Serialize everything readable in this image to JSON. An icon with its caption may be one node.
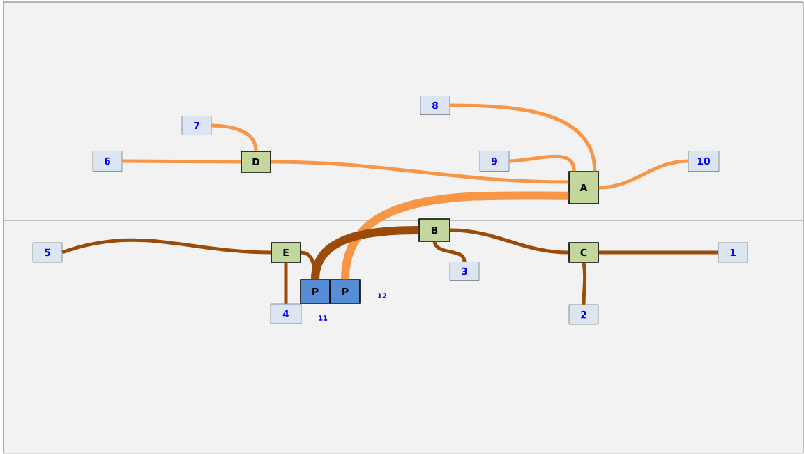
{
  "diagram": {
    "nodes": [
      {
        "text": [
          "8"
        ]
      },
      {
        "text": [
          "7"
        ]
      },
      {
        "text": [
          "6"
        ]
      },
      {
        "text": [
          "D"
        ]
      },
      {
        "text": [
          "9"
        ]
      },
      {
        "text": [
          "10"
        ]
      },
      {
        "text": [
          "A"
        ]
      },
      {
        "text": [
          "B"
        ]
      },
      {
        "text": [
          "5"
        ]
      },
      {
        "text": [
          "E"
        ]
      },
      {
        "text": [
          "C"
        ]
      },
      {
        "text": [
          "1"
        ]
      },
      {
        "text": [
          "3"
        ]
      },
      {
        "text": [
          "P"
        ]
      },
      {
        "text": [
          "P"
        ]
      },
      {
        "text": [
          "4"
        ]
      },
      {
        "text": [
          "2"
        ]
      }
    ],
    "edges": [
      {
        "from": 2,
        "to": 3,
        "arrow": "none",
        "color": "#f79646"
      },
      {
        "from": 1,
        "to": 3,
        "arrow": "none",
        "color": "#f79646"
      },
      {
        "from": 3,
        "to": 6,
        "arrow": "none",
        "color": "#f79646"
      },
      {
        "from": 0,
        "to": 6,
        "arrow": "none",
        "color": "#f79646"
      },
      {
        "from": 4,
        "to": 6,
        "arrow": "none",
        "color": "#f79646"
      },
      {
        "from": 6,
        "to": 5,
        "arrow": "none",
        "color": "#f79646"
      },
      {
        "from": 6,
        "to": 14,
        "arrow": "none",
        "style": "thick",
        "color": "#f79646"
      },
      {
        "from": 8,
        "to": 9,
        "arrow": "none"
      },
      {
        "from": 9,
        "to": 15,
        "arrow": "none"
      },
      {
        "from": 9,
        "to": 13,
        "arrow": "none"
      },
      {
        "from": 13,
        "to": 7,
        "arrow": "none",
        "style": "thick"
      },
      {
        "from": 7,
        "to": 12,
        "arrow": "none"
      },
      {
        "from": 7,
        "to": 10,
        "arrow": "none"
      },
      {
        "from": 10,
        "to": 11,
        "arrow": "none"
      },
      {
        "from": 10,
        "to": 16,
        "arrow": "none"
      }
    ],
    "labels": [
      "11",
      "12"
    ]
  }
}
